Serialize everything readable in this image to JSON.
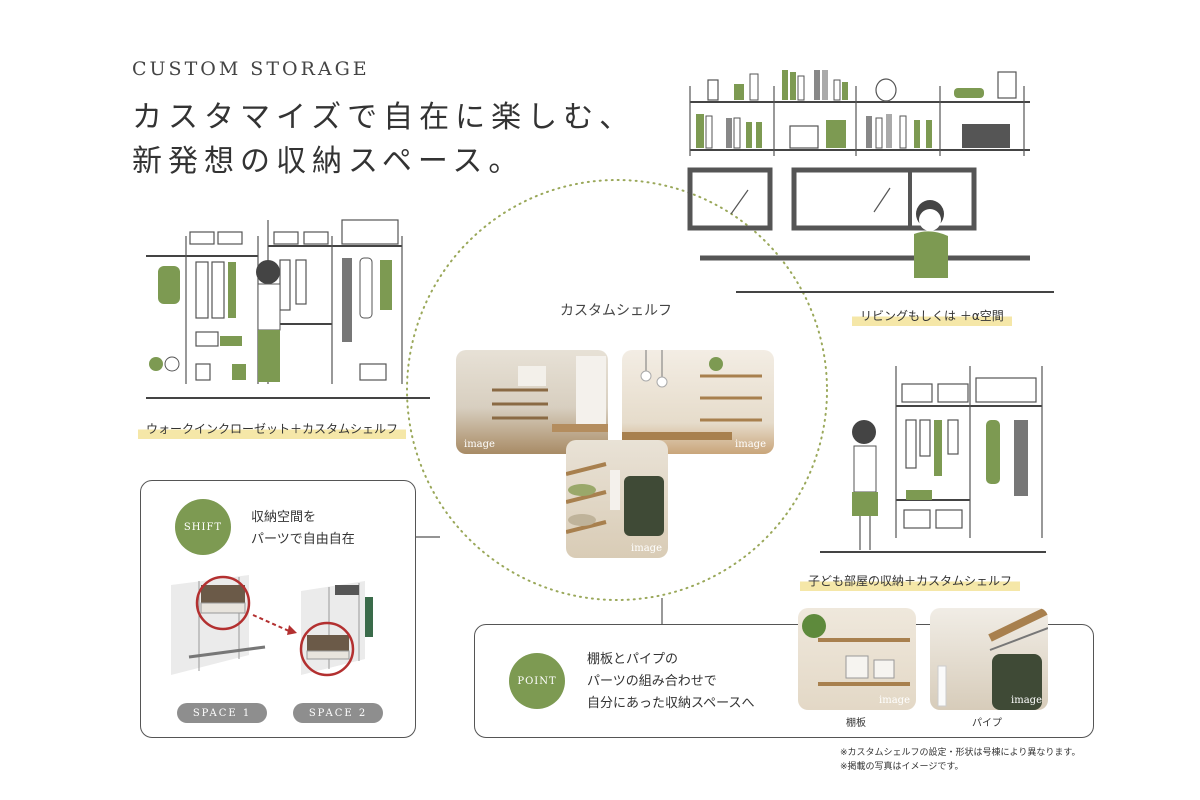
{
  "header": {
    "eyebrow": "CUSTOM STORAGE",
    "headline_line1": "カスタマイズで自在に楽しむ、",
    "headline_line2": "新発想の収納スペース。"
  },
  "center": {
    "title": "カスタムシェルフ",
    "image_tags": [
      "image",
      "image",
      "image"
    ]
  },
  "labels": {
    "walkin": "ウォークインクローゼット＋カスタムシェルフ",
    "living": "リビングもしくは ＋α空間",
    "kids": "子ども部屋の収納＋カスタムシェルフ"
  },
  "shift_box": {
    "badge": "SHIFT",
    "line1": "収納空間を",
    "line2": "パーツで自由自在",
    "space1": "SPACE 1",
    "space2": "SPACE 2"
  },
  "point_box": {
    "badge": "POINT",
    "line1": "棚板とパイプの",
    "line2": "パーツの組み合わせで",
    "line3": "自分にあった収納スペースへ",
    "photo1_tag": "image",
    "photo1_caption": "棚板",
    "photo2_tag": "image",
    "photo2_caption": "パイプ"
  },
  "notes": {
    "note1": "※カスタムシェルフの設定・形状は号棟により異なります。",
    "note2": "※掲載の写真はイメージです。"
  },
  "colors": {
    "accent_green": "#7d9a52",
    "highlight_yellow": "#f5e7a8",
    "pill_gray": "#8e8e8e",
    "dotted_circle": "#9aa85a",
    "arrow_red": "#b33030"
  }
}
